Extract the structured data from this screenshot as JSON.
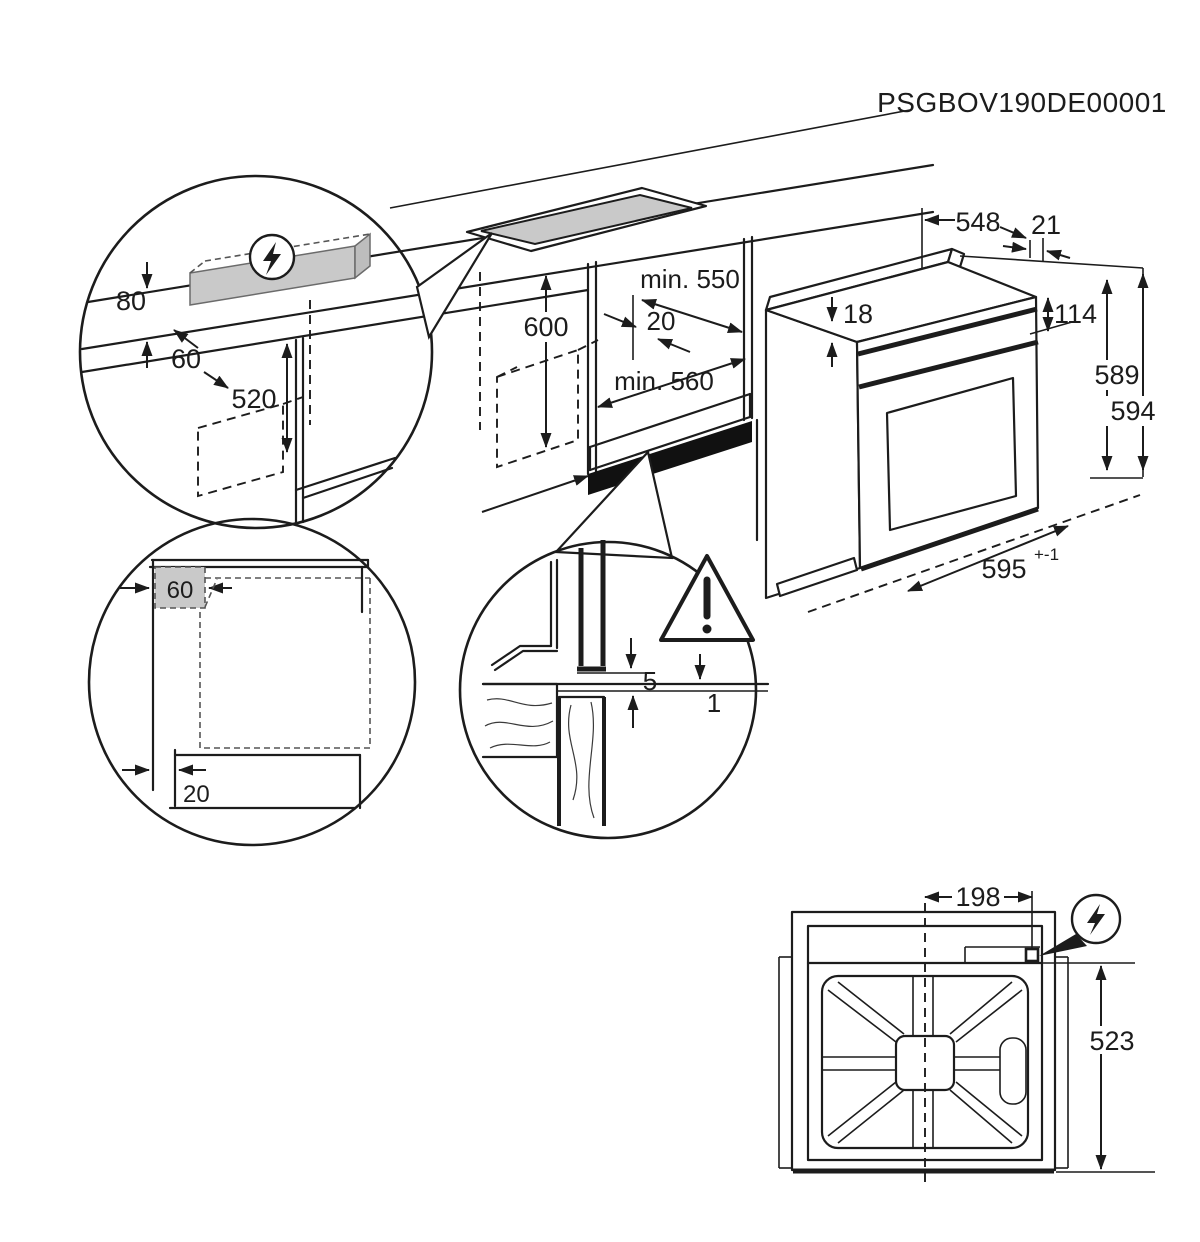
{
  "title": "PSGBOV190DE00001",
  "colors": {
    "line": "#1c1c1c",
    "shade": "#c9c9c9",
    "vent": "#111111"
  },
  "icons": {
    "electric": "lightning-bolt-in-circle",
    "warning": "exclamation-triangle"
  },
  "detail_top_left": {
    "gap_above": "80",
    "setback": "60",
    "drop_below": "520"
  },
  "niche": {
    "height": "600",
    "depth_top": "min. 550",
    "rail": "20",
    "depth_bottom": "min. 560"
  },
  "oven": {
    "depth": "548",
    "back_gap": "21",
    "trim": "18",
    "back_panel": "114",
    "height_body": "589",
    "height_total": "594",
    "width": "595",
    "width_tol": "+-1"
  },
  "detail_side": {
    "spacer": "60",
    "plinth": "20"
  },
  "detail_gap": {
    "gap_top": "5",
    "gap_front": "1"
  },
  "back_view": {
    "socket_offset": "198",
    "socket_drop": "523"
  }
}
